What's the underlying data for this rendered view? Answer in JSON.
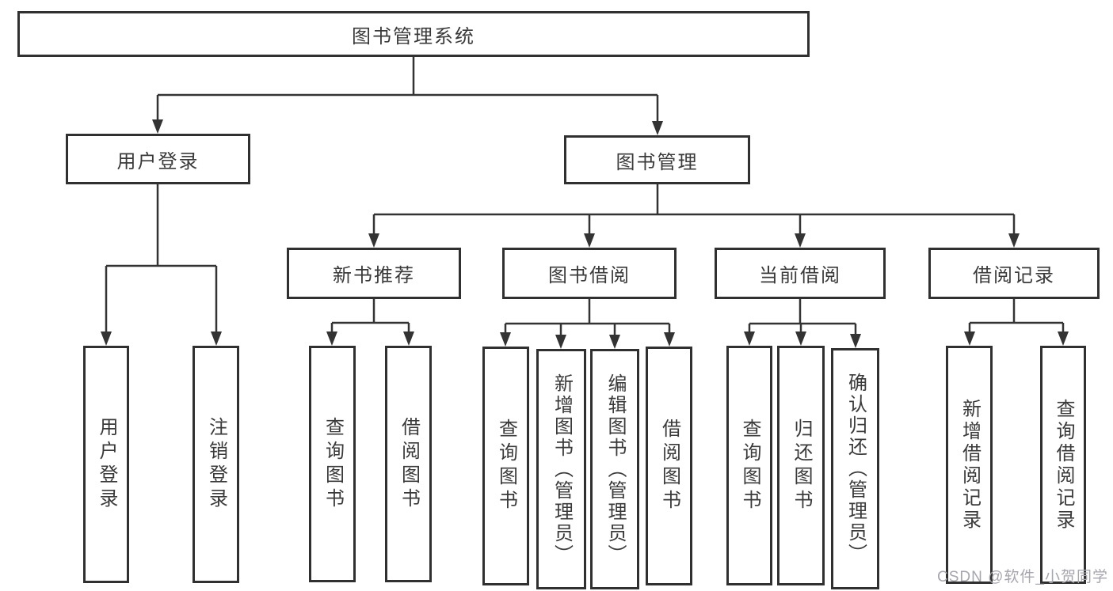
{
  "tree": {
    "root": {
      "label": "图书管理系统",
      "children": [
        {
          "label": "用户登录",
          "children": [
            {
              "label": "用户登录"
            },
            {
              "label": "注销登录"
            }
          ]
        },
        {
          "label": "图书管理",
          "children": [
            {
              "label": "新书推荐",
              "children": [
                {
                  "label": "查询图书"
                },
                {
                  "label": "借阅图书"
                }
              ]
            },
            {
              "label": "图书借阅",
              "children": [
                {
                  "label": "查询图书"
                },
                {
                  "label": "新增图书（管理员）"
                },
                {
                  "label": "编辑图书（管理员）"
                },
                {
                  "label": "借阅图书"
                }
              ]
            },
            {
              "label": "当前借阅",
              "children": [
                {
                  "label": "查询图书"
                },
                {
                  "label": "归还图书"
                },
                {
                  "label": "确认归还（管理员）"
                }
              ]
            },
            {
              "label": "借阅记录",
              "children": [
                {
                  "label": "新增借阅记录"
                },
                {
                  "label": "查询借阅记录"
                }
              ]
            }
          ]
        }
      ]
    }
  },
  "watermark": "CSDN @软件_小贺同学",
  "colors": {
    "line": "#333333",
    "border": "#303030",
    "text": "#3a3a3a",
    "watermark": "#a6a6ae",
    "background": "#ffffff"
  }
}
